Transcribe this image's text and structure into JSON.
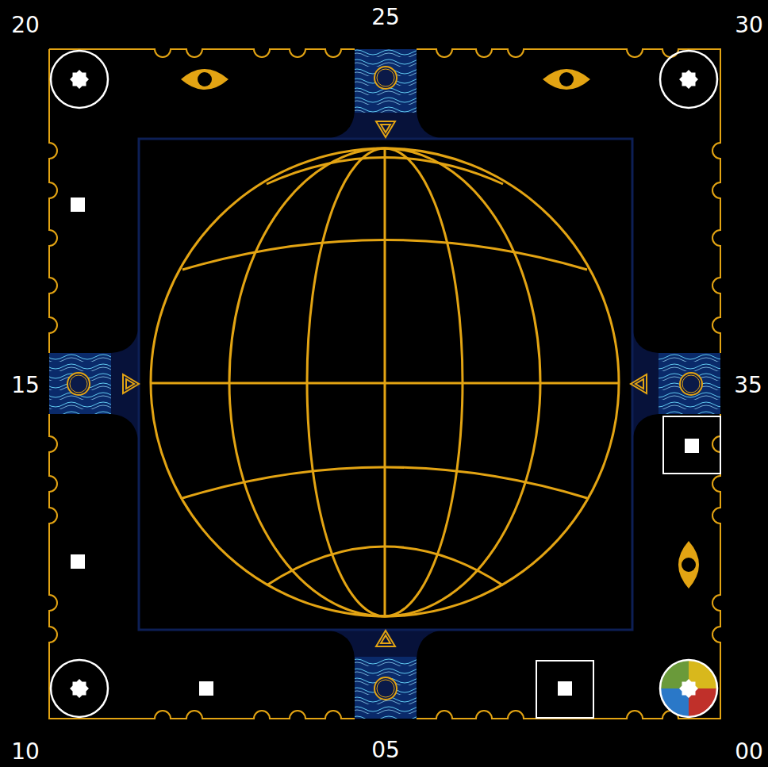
{
  "diagram": {
    "labels": [
      "20",
      "25",
      "30",
      "15",
      "35",
      "10",
      "05",
      "00"
    ]
  }
}
